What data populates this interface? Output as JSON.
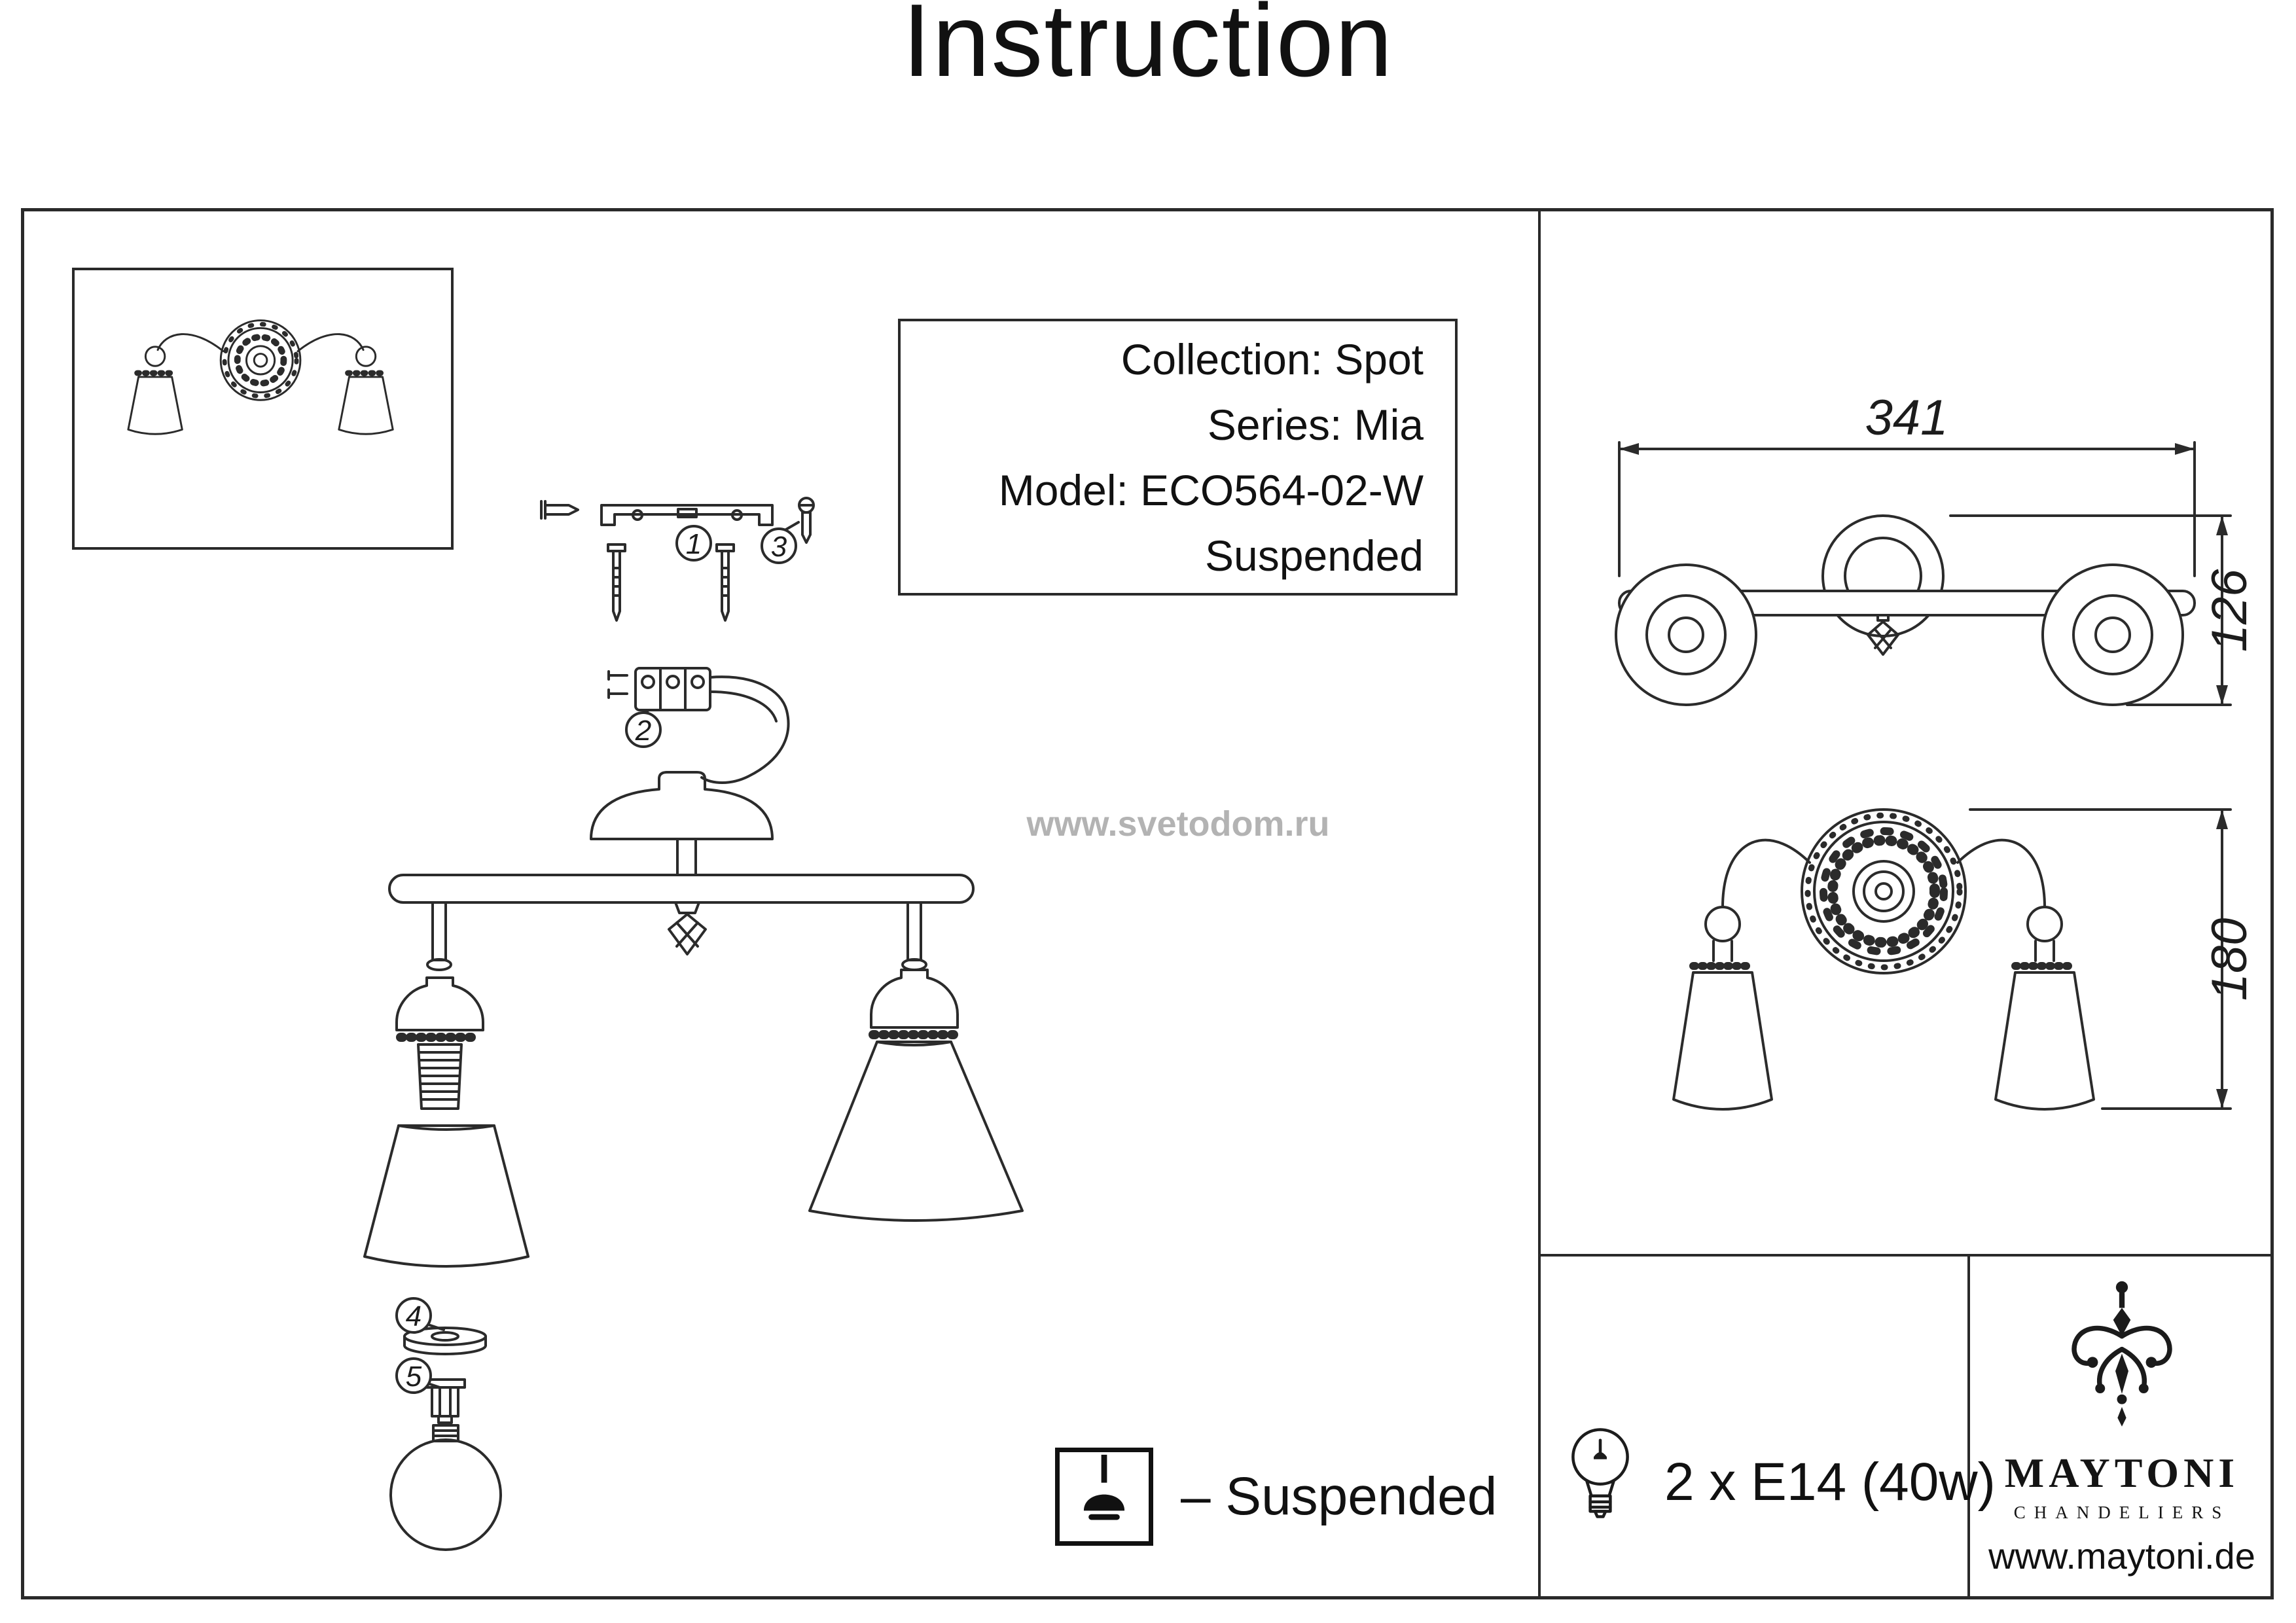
{
  "title": "Instruction",
  "info_box": {
    "line1": "Collection: Spot",
    "line2": "Series: Mia",
    "line3": "Model: ECO564-02-W",
    "line4": "Suspended"
  },
  "watermark": "www.svetodom.ru",
  "dims": {
    "width_top": "341",
    "height_top": "126",
    "height_front": "180"
  },
  "callouts": {
    "c1": "1",
    "c2": "2",
    "c3": "3",
    "c4": "4",
    "c5": "5"
  },
  "mounting": {
    "label": "– Suspended"
  },
  "lamp_spec": {
    "label": "2 x E14 (40w)"
  },
  "brand": {
    "name": "MAYTONI",
    "tagline": "CHANDELIERS",
    "website": "www.maytoni.de"
  },
  "icons": {
    "bulb": "bulb-icon",
    "suspended": "ceiling-pendant-icon",
    "brand_ornament": "maytoni-ornament-icon"
  }
}
